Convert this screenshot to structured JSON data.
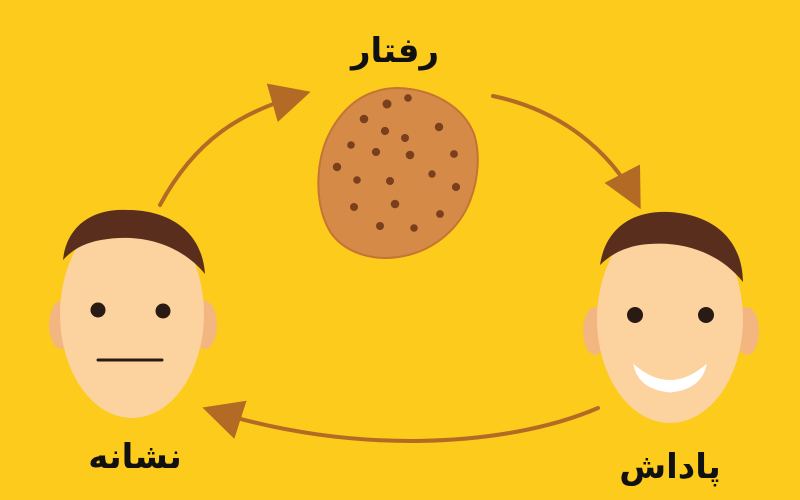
{
  "diagram": {
    "labels": {
      "behavior": "رفتار",
      "cue": "نشانه",
      "reward": "پاداش"
    },
    "colors": {
      "background": "#FCCB1C",
      "arrow": "#B26A25",
      "skin": "#FCD29F",
      "skin_shade": "#F3B680",
      "hair": "#5A2E1C",
      "eye": "#2A1A14",
      "cookie": "#D58A48",
      "cookie_edge": "#C57532",
      "cookie_dot": "#7A3F1C",
      "text": "#111111"
    },
    "icons": {
      "center_top": "cookie-icon",
      "left_face": "neutral-face-icon",
      "right_face": "smiling-face-icon"
    }
  }
}
